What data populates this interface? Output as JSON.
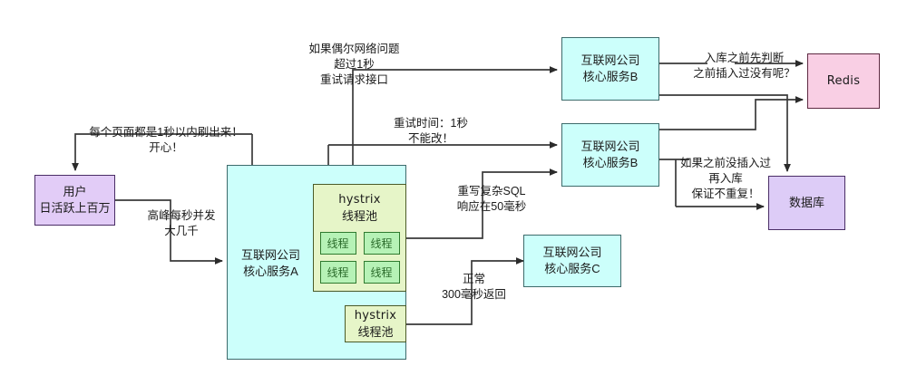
{
  "diagram": {
    "title": "互联网公司核心服务架构 hystrix 线程池隔离图",
    "colors": {
      "cyan": "#ccfffb",
      "purple": "#e2ccf7",
      "violet": "#ddccf7",
      "pink": "#f9cfe4",
      "pool": "#e6f5c8",
      "thread": "#b6f2b6",
      "line": "#3a3a3a"
    }
  },
  "nodes": {
    "user": {
      "line1": "用户",
      "line2": "日活跃上百万"
    },
    "service_a": {
      "line1": "互联网公司",
      "line2": "核心服务A"
    },
    "service_b_top": {
      "line1": "互联网公司",
      "line2": "核心服务B"
    },
    "service_b_mid": {
      "line1": "互联网公司",
      "line2": "核心服务B"
    },
    "service_c": {
      "line1": "互联网公司",
      "line2": "核心服务C"
    },
    "redis": {
      "label": "Redis"
    },
    "database": {
      "label": "数据库"
    },
    "pool_main": {
      "line1": "hystrix",
      "line2": "线程池",
      "threads": [
        "线程",
        "线程",
        "线程",
        "线程"
      ]
    },
    "pool_small": {
      "line1": "hystrix",
      "line2": "线程池"
    }
  },
  "labels": {
    "page_fast": {
      "line1": "每个页面都是1秒以内刷出来！",
      "line2": "开心！"
    },
    "peak_qps": {
      "line1": "高峰每秒并发",
      "line2": "大几千"
    },
    "retry_on_network": {
      "line1": "如果偶尔网络问题",
      "line2": "超过1秒",
      "line3": "重试请求接口"
    },
    "retry_time": {
      "line1": "重试时间：1秒",
      "line2": "不能改！"
    },
    "rewrite_sql": {
      "line1": "重写复杂SQL",
      "line2": "响应在50毫秒"
    },
    "normal_return": {
      "line1": "正常",
      "line2": "300毫秒返回"
    },
    "check_before_insert": {
      "line1": "入库之前先判断",
      "line2": "之前插入过没有呢？"
    },
    "insert_if_absent": {
      "line1": "如果之前没插入过",
      "line2": "再入库",
      "line3": "保证不重复！"
    }
  }
}
